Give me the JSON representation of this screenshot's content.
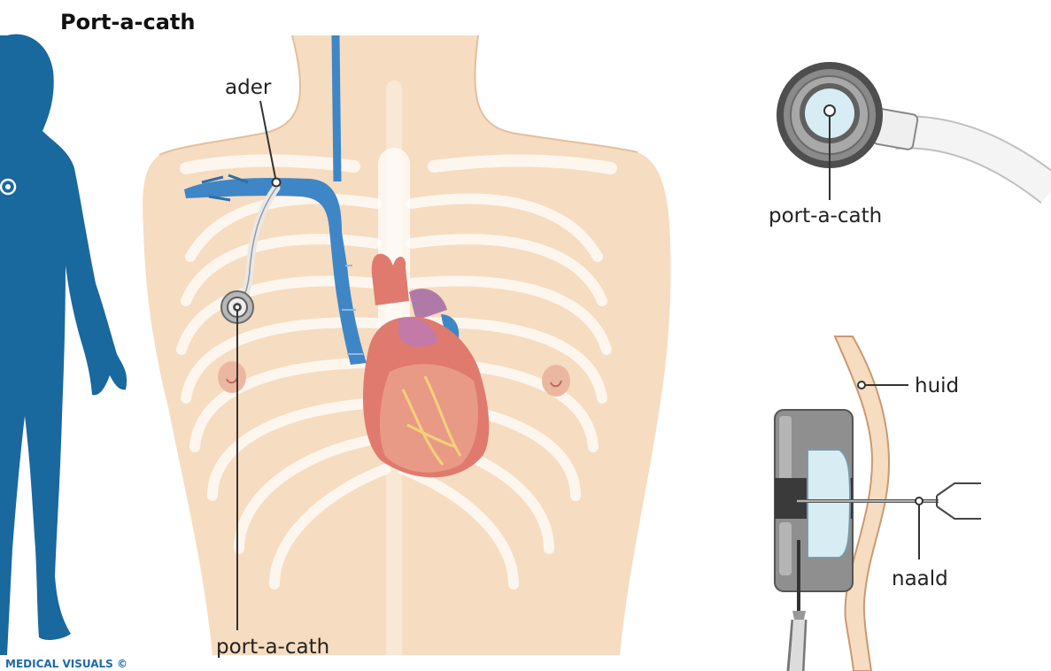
{
  "title": "Port-a-cath",
  "labels": {
    "vein": "ader",
    "port_main": "port-a-cath",
    "port_detail": "port-a-cath",
    "skin": "huid",
    "needle": "naald"
  },
  "credit": "MEDICAL VISUALS ©",
  "colors": {
    "silhouette": "#19689e",
    "skin": "#f6dcc0",
    "bone": "#ffffff",
    "vein": "#3f86c6",
    "heart": "#e07a6e",
    "heart_dark": "#c75a52",
    "heart_purple": "#b07aa8",
    "port_ring": "#5a5a5a",
    "port_light": "#d8ecf4",
    "catheter": "#e8e8e8",
    "leader": "#333333"
  }
}
